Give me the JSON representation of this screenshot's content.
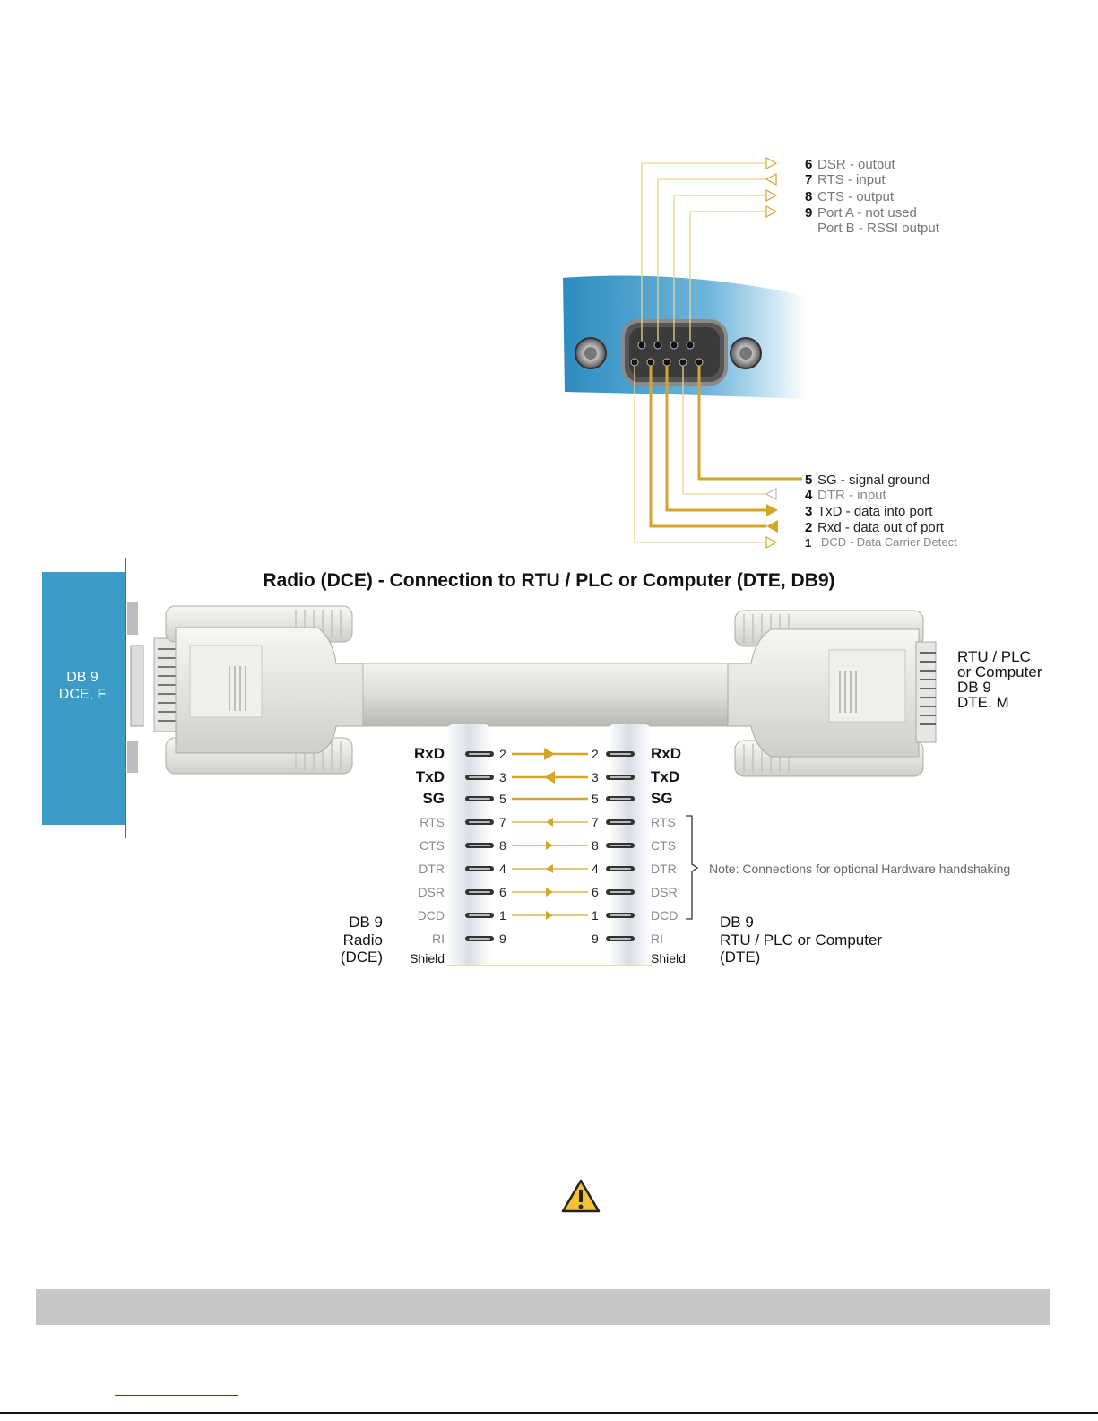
{
  "title": "Radio (DCE) - Connection to RTU / PLC or Computer (DTE, DB9)",
  "colors": {
    "gold": "#d3a62a",
    "light_gold": "#ecd28a",
    "blue": "#3b9bc7",
    "gray_text": "#8a8a8a"
  },
  "pinout_top": [
    {
      "pin": "6",
      "text": "DSR - output",
      "arrow": "right",
      "style": "hollow"
    },
    {
      "pin": "7",
      "text": "RTS - input",
      "arrow": "left",
      "style": "hollow"
    },
    {
      "pin": "8",
      "text": "CTS - output",
      "arrow": "right",
      "style": "hollow"
    },
    {
      "pin": "9",
      "text": "Port A - not used",
      "text2": "Port B - RSSI output",
      "arrow": "right",
      "style": "hollow"
    }
  ],
  "pinout_bottom": [
    {
      "pin": "5",
      "text": "SG - signal ground",
      "arrow": "none",
      "style": "bold"
    },
    {
      "pin": "4",
      "text": "DTR - input",
      "arrow": "left",
      "style": "hollow-gray"
    },
    {
      "pin": "3",
      "text": "TxD - data into port",
      "arrow": "right",
      "style": "solid"
    },
    {
      "pin": "2",
      "text": "Rxd - data out of port",
      "arrow": "left",
      "style": "solid"
    },
    {
      "pin": "1",
      "text": "DCD - Data Carrier Detect",
      "arrow": "right",
      "style": "hollow-small"
    }
  ],
  "left_connector": {
    "line1": "DB 9",
    "line2": "DCE, F"
  },
  "right_connector": {
    "lines": [
      "RTU / PLC",
      "or Computer",
      "DB 9",
      "DTE, M"
    ]
  },
  "wiring": [
    {
      "left": "RxD",
      "pin_l": "2",
      "pin_r": "2",
      "right": "RxD",
      "dir": "right",
      "weight": "bold"
    },
    {
      "left": "TxD",
      "pin_l": "3",
      "pin_r": "3",
      "right": "TxD",
      "dir": "left",
      "weight": "bold"
    },
    {
      "left": "SG",
      "pin_l": "5",
      "pin_r": "5",
      "right": "SG",
      "dir": "none",
      "weight": "bold"
    },
    {
      "left": "RTS",
      "pin_l": "7",
      "pin_r": "7",
      "right": "RTS",
      "dir": "left",
      "weight": "light"
    },
    {
      "left": "CTS",
      "pin_l": "8",
      "pin_r": "8",
      "right": "CTS",
      "dir": "right",
      "weight": "light"
    },
    {
      "left": "DTR",
      "pin_l": "4",
      "pin_r": "4",
      "right": "DTR",
      "dir": "left",
      "weight": "light"
    },
    {
      "left": "DSR",
      "pin_l": "6",
      "pin_r": "6",
      "right": "DSR",
      "dir": "right",
      "weight": "light"
    },
    {
      "left": "DCD",
      "pin_l": "1",
      "pin_r": "1",
      "right": "DCD",
      "dir": "right",
      "weight": "light"
    },
    {
      "left": "RI",
      "pin_l": "9",
      "pin_r": "9",
      "right": "RI",
      "dir": "none",
      "weight": "none"
    },
    {
      "left": "Shield",
      "pin_l": "",
      "pin_r": "",
      "right": "Shield",
      "dir": "none",
      "weight": "shield"
    }
  ],
  "note": "Note: Connections for optional Hardware handshaking",
  "radio_label": [
    "DB 9",
    "Radio",
    "(DCE)"
  ],
  "dte_label": [
    "DB 9",
    "RTU / PLC or Computer",
    "(DTE)"
  ]
}
